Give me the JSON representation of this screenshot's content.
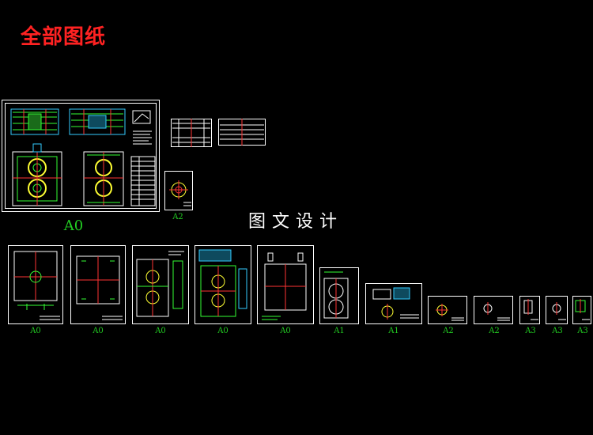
{
  "header": {
    "title": "全部图纸"
  },
  "caption": "图文设计",
  "colors": {
    "title": "#ff2222",
    "caption": "#ffffff",
    "label": "#22cc22",
    "sheet": "#ffffff",
    "accent_green": "#33ff33",
    "accent_red": "#ff3333",
    "accent_yellow": "#ffff33",
    "accent_cyan": "#33ccff"
  },
  "sheets": {
    "main_assembly": {
      "label": "A0"
    },
    "section_strip_1": {
      "label": ""
    },
    "section_strip_2": {
      "label": ""
    },
    "small_part": {
      "label": "A2"
    },
    "row": [
      {
        "label": "A0"
      },
      {
        "label": "A0"
      },
      {
        "label": "A0"
      },
      {
        "label": "A0"
      },
      {
        "label": "A0"
      },
      {
        "label": "A1"
      },
      {
        "label": "A1"
      },
      {
        "label": "A2"
      },
      {
        "label": "A2"
      },
      {
        "label": "A3"
      },
      {
        "label": "A3"
      },
      {
        "label": "A3"
      }
    ]
  }
}
